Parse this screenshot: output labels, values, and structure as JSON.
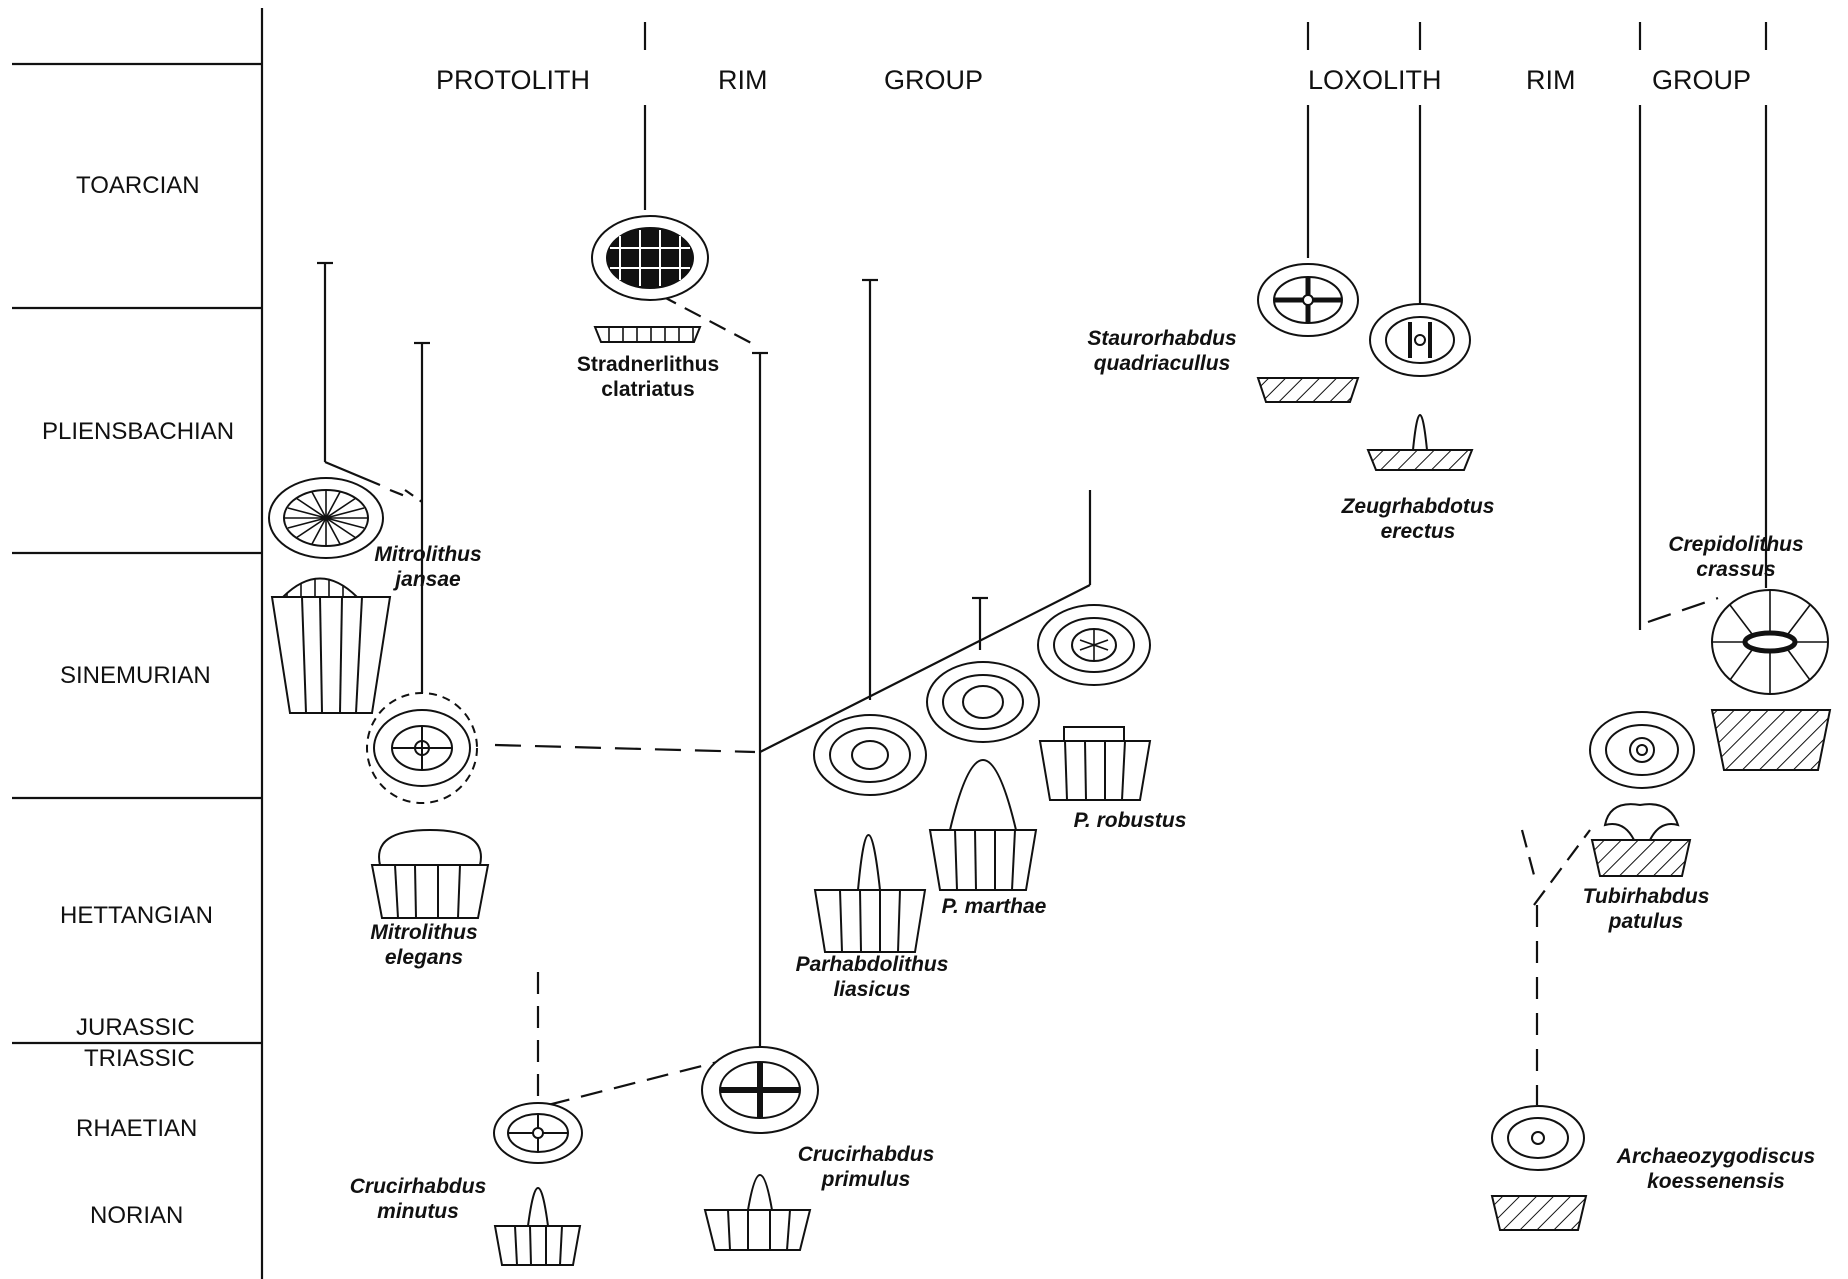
{
  "stages": [
    {
      "key": "toarcian",
      "label": "TOARCIAN"
    },
    {
      "key": "pliensbachian",
      "label": "PLIENSBACHIAN"
    },
    {
      "key": "sinemurian",
      "label": "SINEMURIAN"
    },
    {
      "key": "hettangian",
      "label": "HETTANGIAN"
    },
    {
      "key": "jurassic",
      "label": "JURASSIC"
    },
    {
      "key": "triassic",
      "label": "TRIASSIC"
    },
    {
      "key": "rhaetian",
      "label": "RHAETIAN"
    },
    {
      "key": "norian",
      "label": "NORIAN"
    }
  ],
  "headers": {
    "left": {
      "protolith": "PROTOLITH",
      "rim": "RIM",
      "group": "GROUP"
    },
    "right": {
      "loxolith": "LOXOLITH",
      "rim": "RIM",
      "group": "GROUP"
    }
  },
  "species": {
    "stradnerlithus": {
      "line1": "Stradnerlithus",
      "line2": "clatriatus"
    },
    "mitrolithus_jansae": {
      "line1": "Mitrolithus",
      "line2": "jansae"
    },
    "mitrolithus_elegans": {
      "line1": "Mitrolithus",
      "line2": "elegans"
    },
    "crucirhabdus_minutus": {
      "line1": "Crucirhabdus",
      "line2": "minutus"
    },
    "crucirhabdus_primulus": {
      "line1": "Crucirhabdus",
      "line2": "primulus"
    },
    "parhabdolithus_liasicus": {
      "line1": "Parhabdolithus",
      "line2": "liasicus"
    },
    "p_marthae": {
      "line1": "P. marthae"
    },
    "p_robustus": {
      "line1": "P. robustus"
    },
    "staurorhabdus": {
      "line1": "Staurorhabdus",
      "line2": "quadriacullus"
    },
    "zeugrhabdotus": {
      "line1": "Zeugrhabdotus",
      "line2": "erectus"
    },
    "crepidolithus": {
      "line1": "Crepidolithus",
      "line2": "crassus"
    },
    "tubirhabdus": {
      "line1": "Tubirhabdus",
      "line2": "patulus"
    },
    "archaeozygodiscus": {
      "line1": "Archaeozygodiscus",
      "line2": "koessenensis"
    }
  }
}
